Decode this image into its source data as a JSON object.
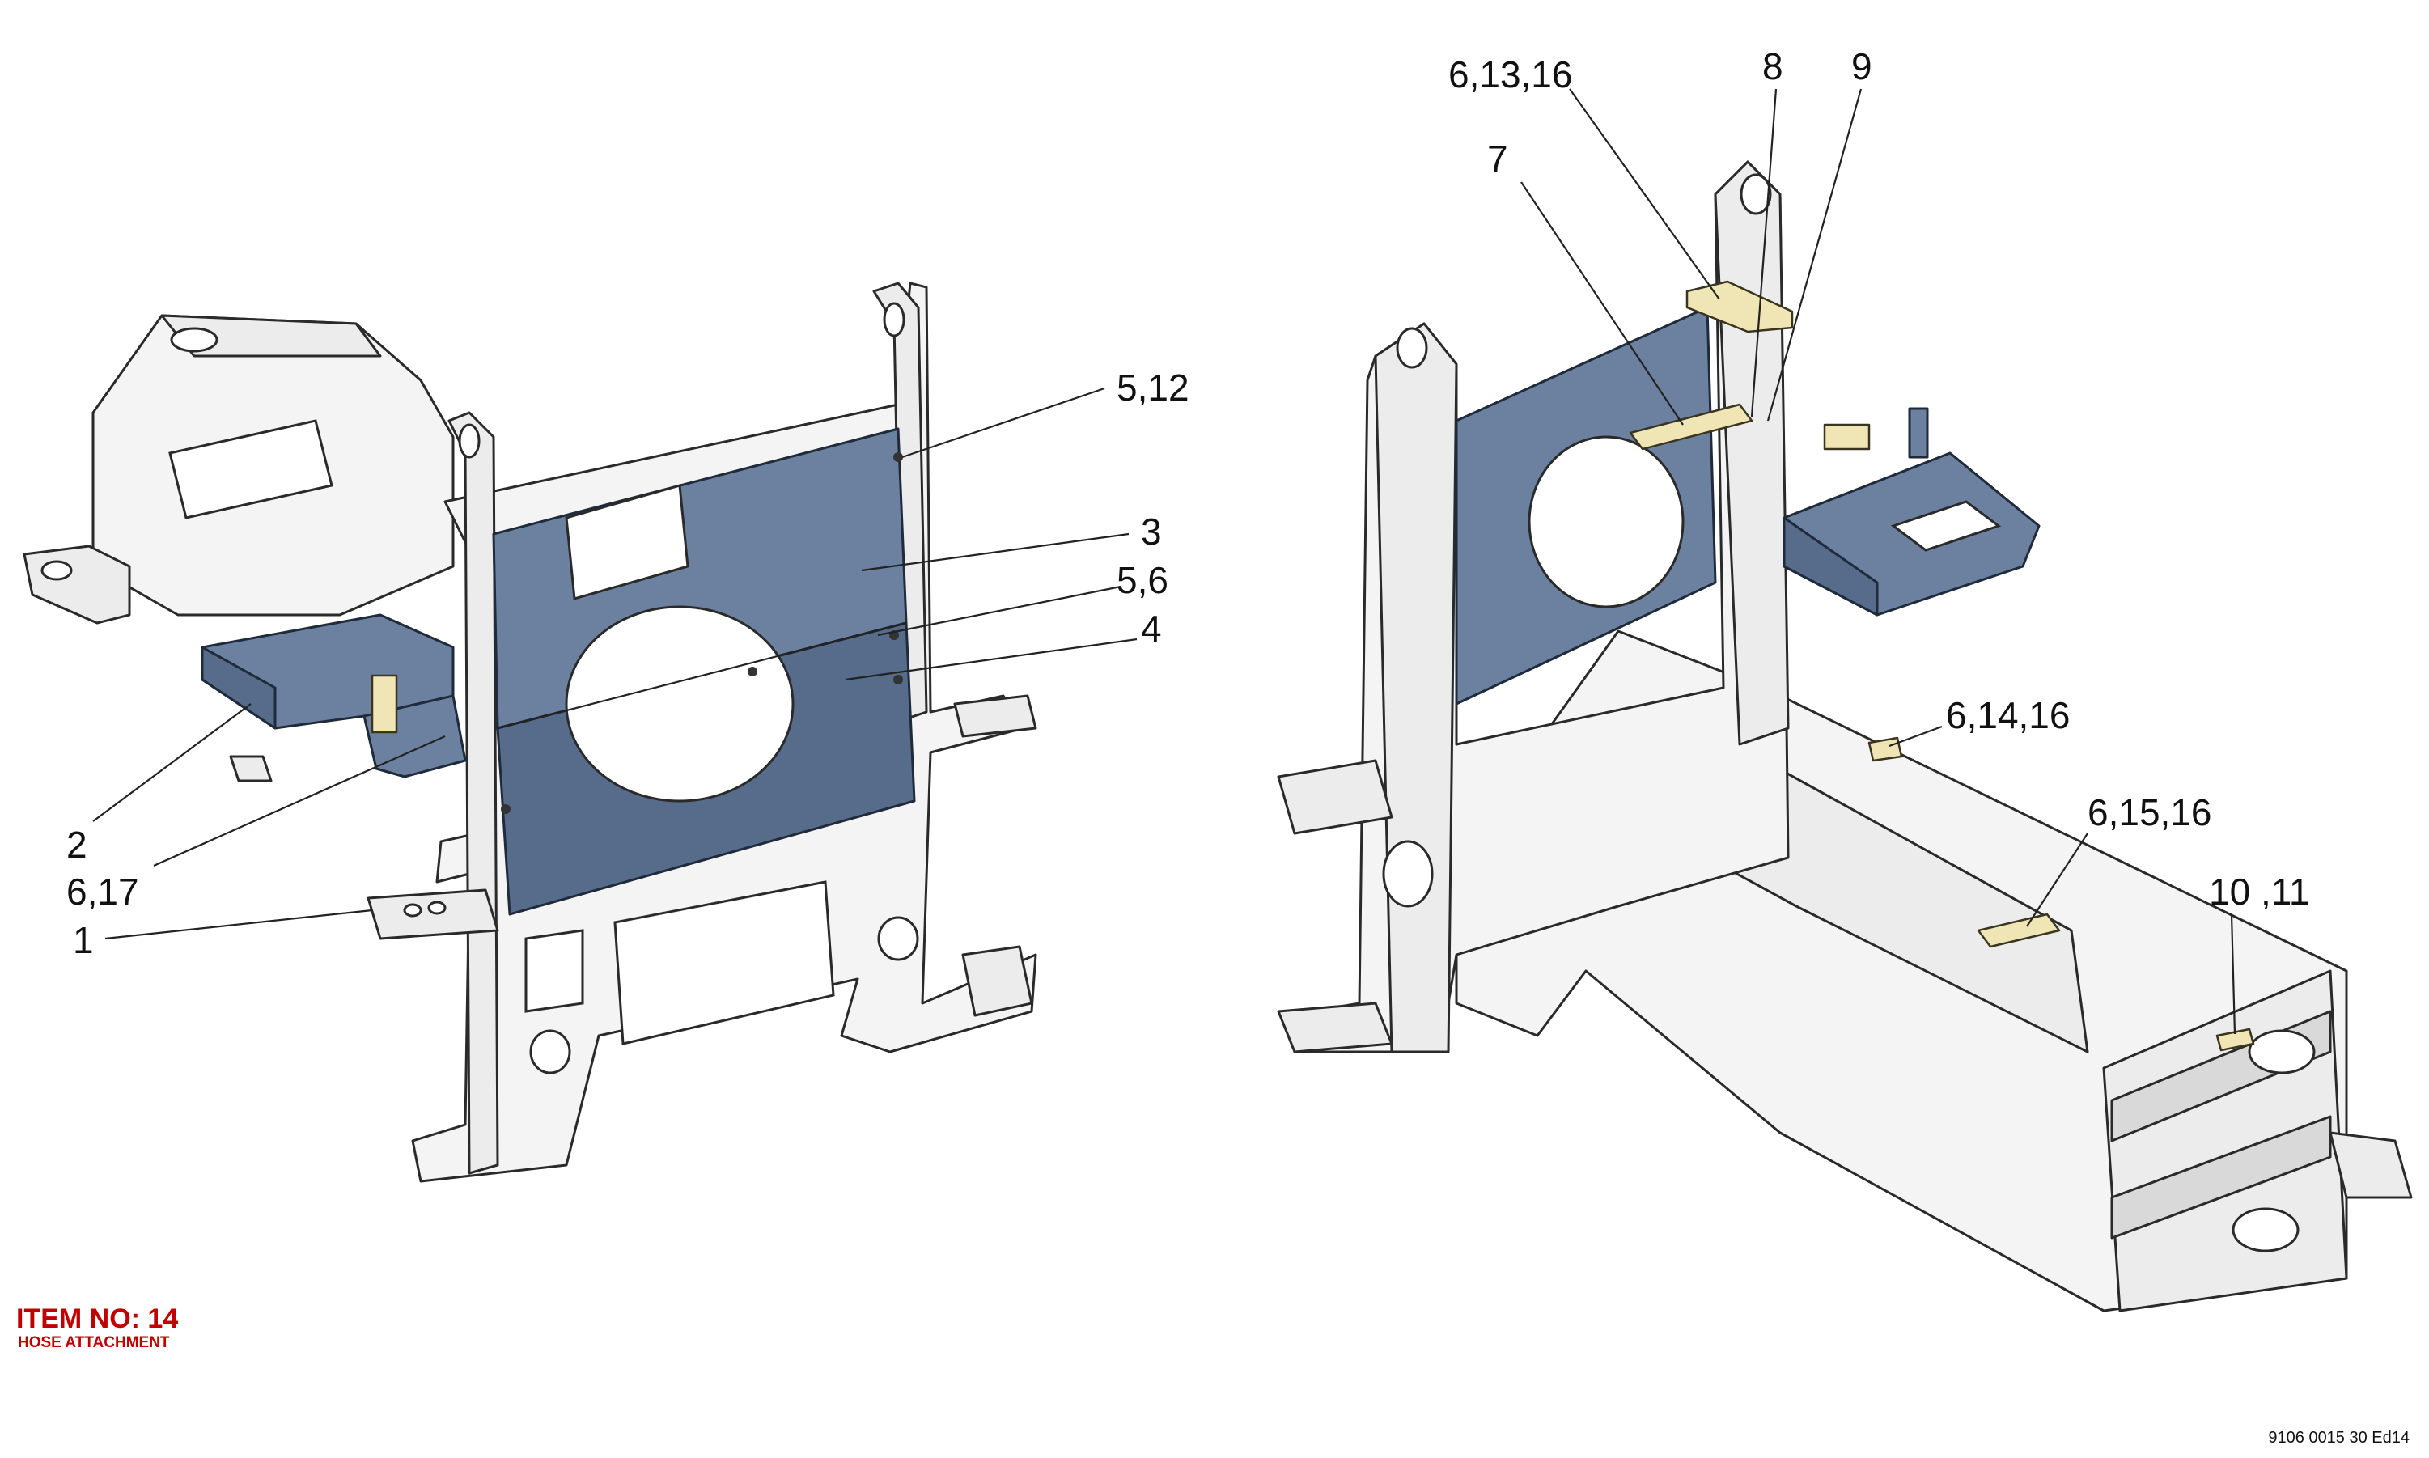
{
  "item": {
    "title": "ITEM NO: 14",
    "subtitle": "HOSE ATTACHMENT"
  },
  "doc_code": "9106 0015 30 Ed14",
  "colors": {
    "highlight_blue": "#6b819f",
    "highlight_yellow": "#efe5b5",
    "frame_gray": "#ececec",
    "title_red": "#c00000"
  },
  "left_view": {
    "callouts": [
      "5,12",
      "3",
      "5,6",
      "4",
      "2",
      "6,17",
      "1"
    ]
  },
  "right_view": {
    "callouts": [
      "6,13,16",
      "8",
      "9",
      "7",
      "6,14,16",
      "6,15,16",
      "10 ,11"
    ]
  }
}
